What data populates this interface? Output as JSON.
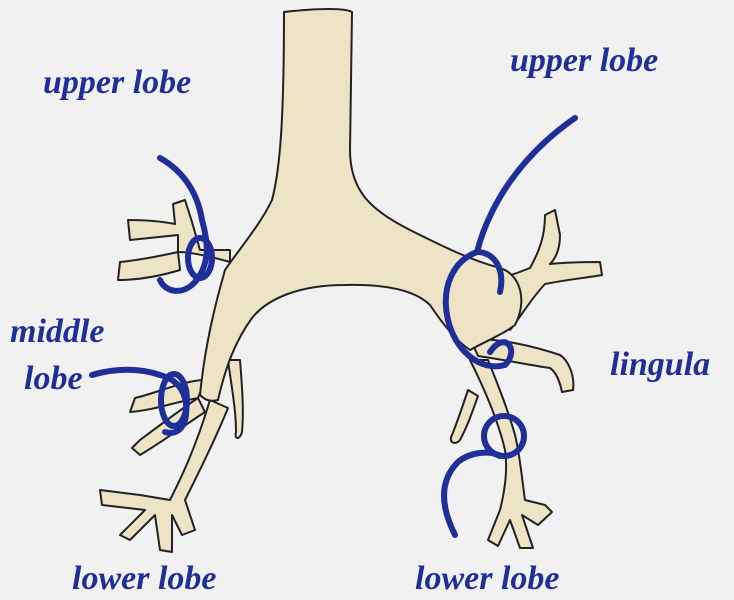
{
  "colors": {
    "background": "#f1f1f1",
    "airway_fill": "#ede4c6",
    "airway_outline": "#222222",
    "ink": "#1f2f9a"
  },
  "labels": {
    "right_upper": "upper lobe",
    "left_upper": "upper lobe",
    "middle_line1": "middle",
    "middle_line2": "lobe",
    "lingula": "lingula",
    "right_lower": "lower lobe",
    "left_lower": "lower lobe"
  }
}
